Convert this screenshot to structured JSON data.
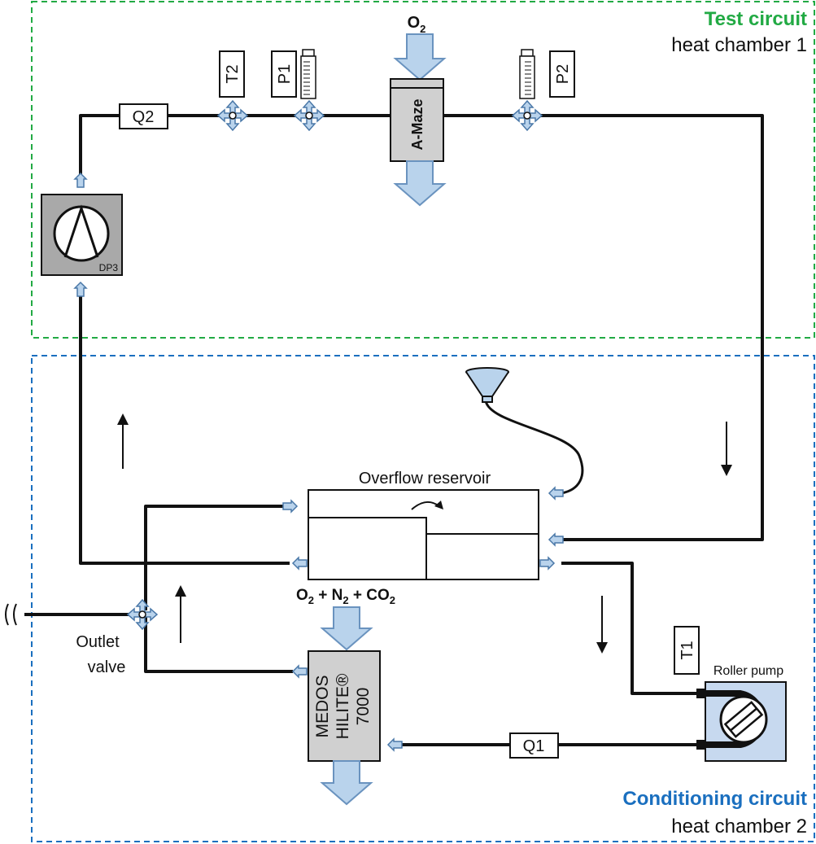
{
  "regions": {
    "test": {
      "title": "Test circuit",
      "subtitle": "heat chamber 1",
      "color": "#22aa44"
    },
    "conditioning": {
      "title": "Conditioning circuit",
      "subtitle": "heat chamber 2",
      "color": "#1a6fbf"
    }
  },
  "labels": {
    "o2_top": "O",
    "o2_top_sub": "2",
    "amaze": "A-Maze",
    "dp3": "DP3",
    "q1": "Q1",
    "q2": "Q2",
    "t1": "T1",
    "t2": "T2",
    "p1": "P1",
    "p2": "P2",
    "overflow_reservoir": "Overflow reservoir",
    "gas_o2": "O",
    "gas_sub2a": "2",
    "gas_plus1": " + N",
    "gas_sub2b": "2",
    "gas_plus2": " + CO",
    "gas_sub2c": "2",
    "medos_line1": "MEDOS",
    "medos_line2": "HILITE®",
    "medos_line3": "7000",
    "outlet_line1": "Outlet",
    "outlet_line2": "valve",
    "roller_pump": "Roller pump"
  }
}
